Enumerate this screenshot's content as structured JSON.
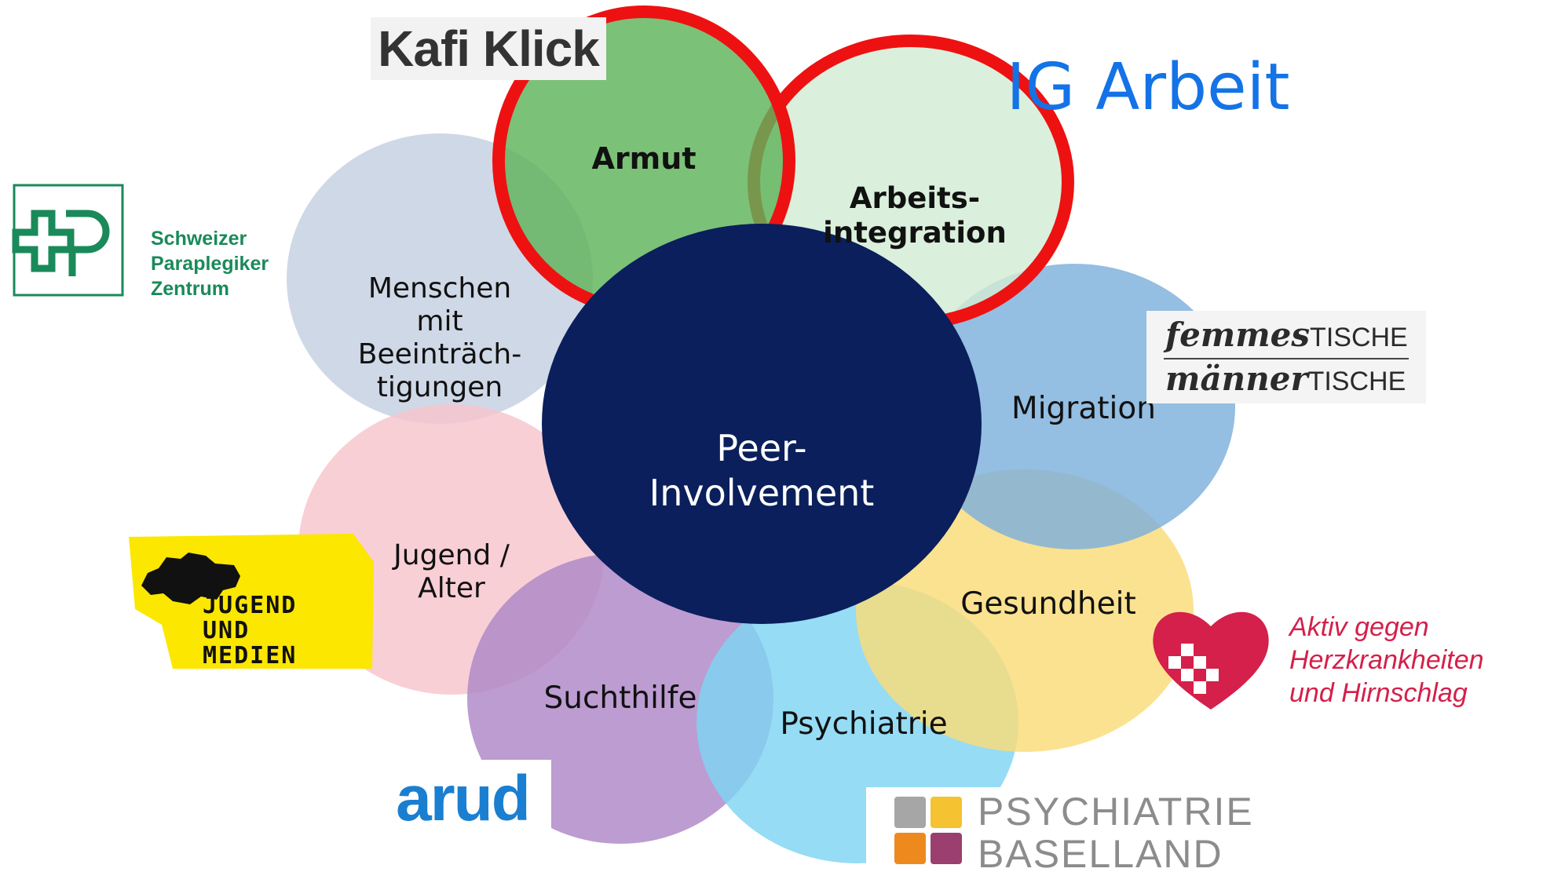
{
  "center": {
    "label": "Peer-\nInvolvement",
    "color": "#0a1f5c"
  },
  "petals": [
    {
      "key": "armut",
      "label": "Armut",
      "color": "#5fb35a",
      "bold": true,
      "highlighted": true
    },
    {
      "key": "arbeitsintegration",
      "label": "Arbeits-\nintegration",
      "color": "#d2ebd4",
      "bold": true,
      "highlighted": true
    },
    {
      "key": "migration",
      "label": "Migration",
      "color": "#7db0dc",
      "bold": false
    },
    {
      "key": "gesundheit",
      "label": "Gesundheit",
      "color": "#fadc78",
      "bold": false
    },
    {
      "key": "psychiatrie",
      "label": "Psychiatrie",
      "color": "#7fd4f3",
      "bold": false
    },
    {
      "key": "suchthilfe",
      "label": "Suchthilfe",
      "color": "#ad86c7",
      "bold": false
    },
    {
      "key": "jugend_alter",
      "label": "Jugend /\nAlter",
      "color": "#f7c4cc",
      "bold": false
    },
    {
      "key": "menschen",
      "label": "Menschen\nmit\nBeeinträch-\ntigungen",
      "color": "#c5d0e0",
      "bold": false
    }
  ],
  "highlight_color": "#ee1111",
  "logos": {
    "kafi_klick": "Kafi Klick",
    "ig_arbeit": "IG Arbeit",
    "spz": {
      "lines": [
        "Schweizer",
        "Paraplegiker",
        "Zentrum"
      ],
      "color": "#1a8a5a",
      "icon": "spz-cross-icon"
    },
    "femmes": {
      "line1_em": "femmes",
      "line1_caps": "TISCHE",
      "line2_em": "männer",
      "line2_caps": "TISCHE"
    },
    "jugend_medien": {
      "lines": [
        "JUGEND",
        "UND",
        "MEDIEN"
      ],
      "color": "#fbe700",
      "icon": "switzerland-icon"
    },
    "arud": "arud",
    "psychiatrie_bl": {
      "lines": [
        "PSYCHIATRIE",
        "BASELLAND"
      ],
      "squares": [
        "#a6a6a6",
        "#f5c231",
        "#ee8a1d",
        "#9a3f6f"
      ]
    },
    "herz": {
      "lines": [
        "Aktiv gegen",
        "Herzkrankheiten",
        "und Hirnschlag"
      ],
      "color": "#d4204a",
      "icon": "heart-cross-icon"
    }
  }
}
